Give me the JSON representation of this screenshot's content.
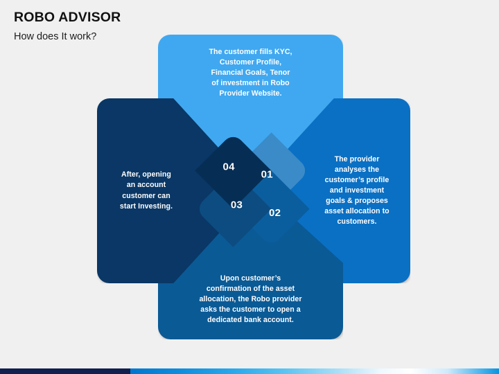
{
  "header": {
    "title": "ROBO ADVISOR",
    "subtitle": "How does It work?"
  },
  "diagram": {
    "name": "four-step-pinwheel",
    "steps": [
      {
        "number": "01",
        "position": "top",
        "color": "#40a8f0",
        "badge_color": "#3a8bc8",
        "text": "The customer fills KYC,\nCustomer Profile,\nFinancial Goals, Tenor\nof investment in Robo\nProvider Website."
      },
      {
        "number": "02",
        "position": "right",
        "color": "#0a70c4",
        "badge_color": "#0b5e9e",
        "text": "The provider\nanalyses the\ncustomer’s profile\nand investment\ngoals & proposes\nasset allocation to\ncustomers."
      },
      {
        "number": "03",
        "position": "bottom",
        "color": "#0a5a96",
        "badge_color": "#0d4c80",
        "text": "Upon customer’s\nconfirmation of the asset\nallocation, the Robo provider\nasks the customer to open a\ndedicated bank account."
      },
      {
        "number": "04",
        "position": "left",
        "color": "#0a3765",
        "badge_color": "#062e55",
        "text": "After, opening\nan account\ncustomer can\nstart Investing."
      }
    ]
  },
  "footer": {
    "dark_color": "#101f4f",
    "accent_color": "#0076cf"
  }
}
